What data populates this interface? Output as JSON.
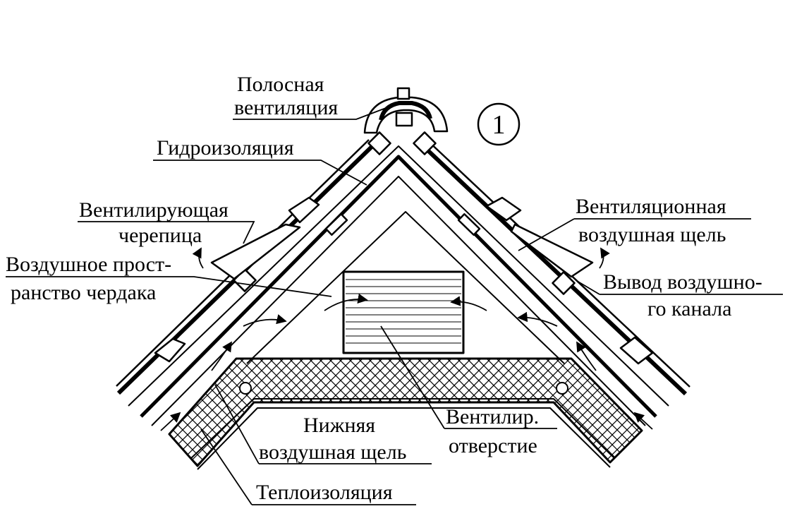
{
  "diagram": {
    "callout": "1",
    "labels": {
      "strip_vent_1": "Полосная",
      "strip_vent_2": "вентиляция",
      "waterproofing": "Гидроизоляция",
      "vent_tile_1": "Вентилирующая",
      "vent_tile_2": "черепица",
      "attic_space_1": "Воздушное прост-",
      "attic_space_2": "ранство чердака",
      "vent_gap_1": "Вентиляционная",
      "vent_gap_2": "воздушная щель",
      "duct_outlet_1": "Вывод воздушно-",
      "duct_outlet_2": "го канала",
      "lower_gap_1": "Нижняя",
      "lower_gap_2": "воздушная щель",
      "vent_opening_1": "Вентилир.",
      "vent_opening_2": "отверстие",
      "insulation": "Теплоизоляция"
    }
  }
}
